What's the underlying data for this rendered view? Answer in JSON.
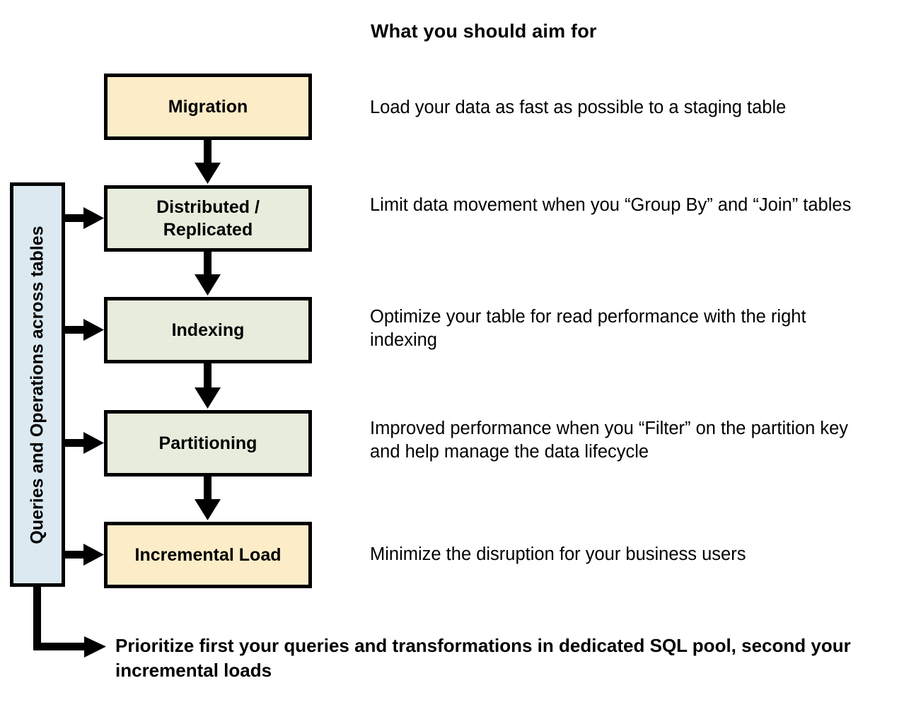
{
  "header": {
    "title": "What you should aim for"
  },
  "side_bar": {
    "label": "Queries and Operations across tables",
    "color": "#DCE9F1"
  },
  "colors": {
    "cream": "#FDECC8",
    "green": "#E7EDDC",
    "blue": "#DCE9F1",
    "outline": "#000000",
    "background": "#FFFFFF"
  },
  "stages": [
    {
      "id": "migration",
      "label": "Migration",
      "fill": "#FDECC8",
      "description": "Load your data as fast as possible to a staging table",
      "has_side_arrow": false
    },
    {
      "id": "distributed-replicated",
      "label": "Distributed / Replicated",
      "fill": "#E7EDDC",
      "description": "Limit data movement when you “Group By” and “Join” tables",
      "has_side_arrow": true
    },
    {
      "id": "indexing",
      "label": "Indexing",
      "fill": "#E7EDDC",
      "description": "Optimize your table for read performance with the right indexing",
      "has_side_arrow": true
    },
    {
      "id": "partitioning",
      "label": "Partitioning",
      "fill": "#E7EDDC",
      "description": "Improved performance when you “Filter” on the partition key and help manage the data lifecycle",
      "has_side_arrow": true
    },
    {
      "id": "incremental-load",
      "label": "Incremental Load",
      "fill": "#FDECC8",
      "description": "Minimize the disruption for your business users",
      "has_side_arrow": true
    }
  ],
  "bottom_note": {
    "text": "Prioritize first your queries and transformations in dedicated SQL pool, second your incremental loads"
  },
  "arrows": {
    "flow_arrow_name": "down-arrow",
    "side_arrow_name": "right-arrow",
    "elbow_arrow_name": "elbow-right-arrow"
  }
}
